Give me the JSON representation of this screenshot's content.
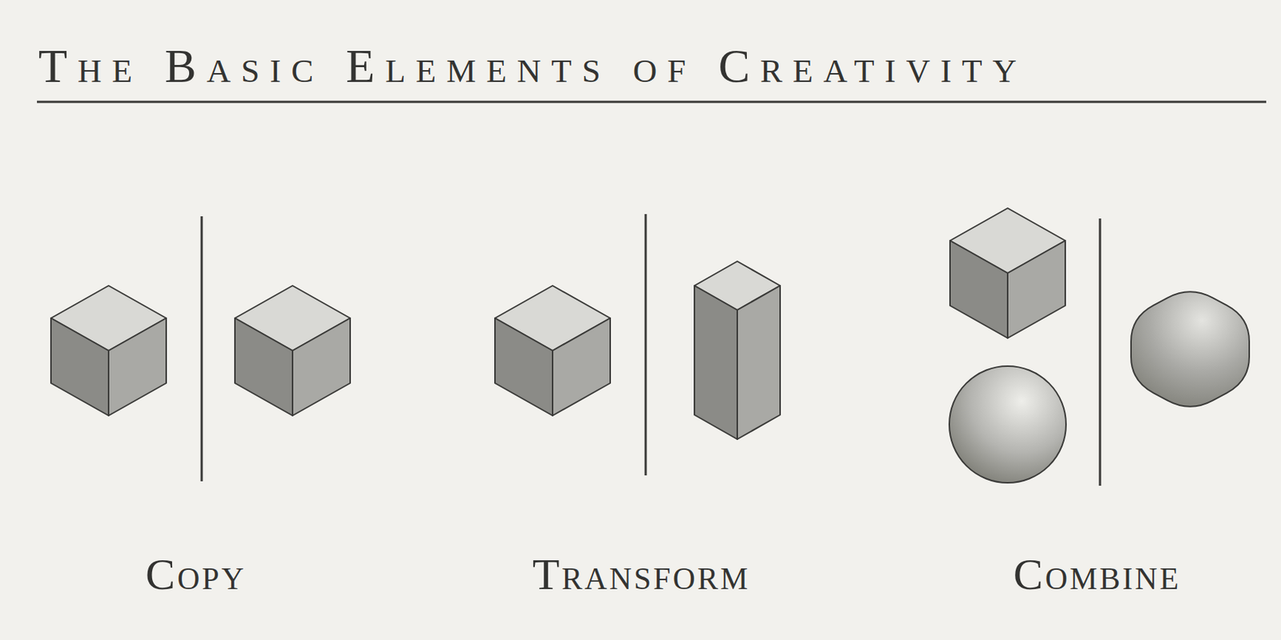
{
  "diagram": {
    "title": "The Basic Elements of Creativity",
    "labels": [
      "Copy",
      "Transform",
      "Combine"
    ]
  }
}
